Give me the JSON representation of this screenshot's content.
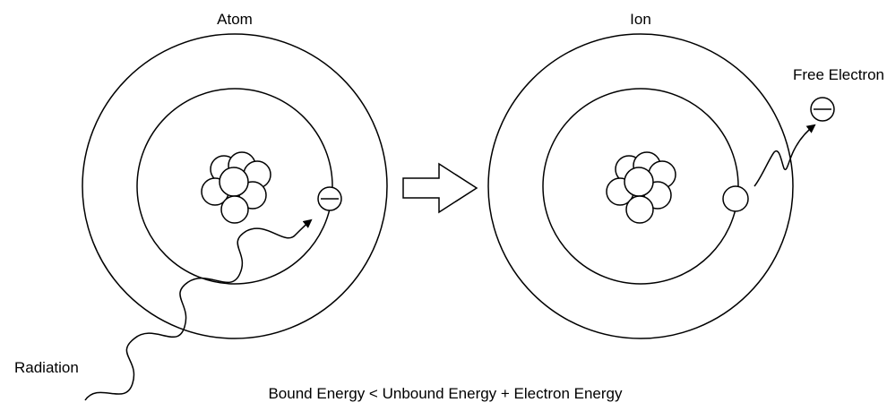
{
  "labels": {
    "atom": "Atom",
    "ion": "Ion",
    "free_electron": "Free Electron",
    "radiation": "Radiation",
    "equation": "Bound Energy < Unbound Energy + Electron Energy"
  }
}
